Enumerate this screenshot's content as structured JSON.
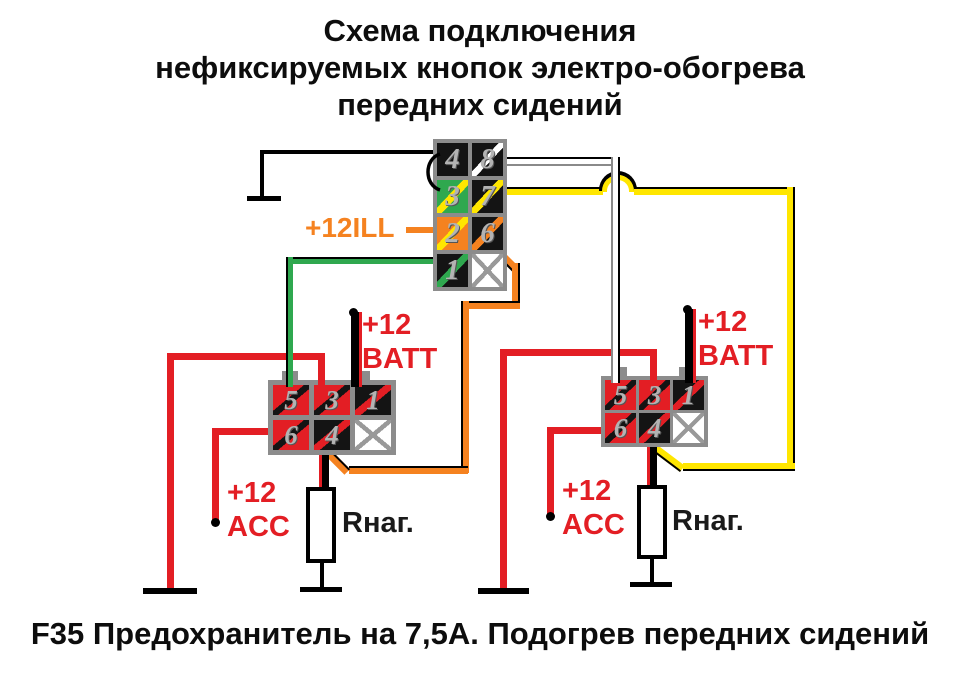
{
  "title": {
    "line1": "Схема подключения",
    "line2": "нефиксируемых кнопок электро-обогрева",
    "line3": "передних сидений"
  },
  "footer": {
    "text": "F35 Предохранитель на 7,5А. Подогрев передних сидений"
  },
  "labels": {
    "illumination": "+12ILL",
    "batt_line1": "+12",
    "batt_line2": "BATT",
    "acc_line1": "+12",
    "acc_line2": "ACC",
    "load_resistor": "Rнаг."
  },
  "connectors": {
    "top": {
      "pins": [
        "4",
        "8",
        "3",
        "7",
        "2",
        "6",
        "1",
        ""
      ]
    },
    "left_button": {
      "pins": [
        "5",
        "3",
        "1",
        "6",
        "4",
        ""
      ]
    },
    "right_button": {
      "pins": [
        "5",
        "3",
        "1",
        "6",
        "4",
        ""
      ]
    }
  },
  "colors": {
    "red": "#E31E24",
    "orange": "#F58220",
    "yellow": "#FFE600",
    "green": "#2FA84F",
    "black": "#000000",
    "white_wire": "#FFFFFF",
    "connector_gray": "#8C8C8C",
    "pin_number_gray": "#B3B3B3"
  }
}
